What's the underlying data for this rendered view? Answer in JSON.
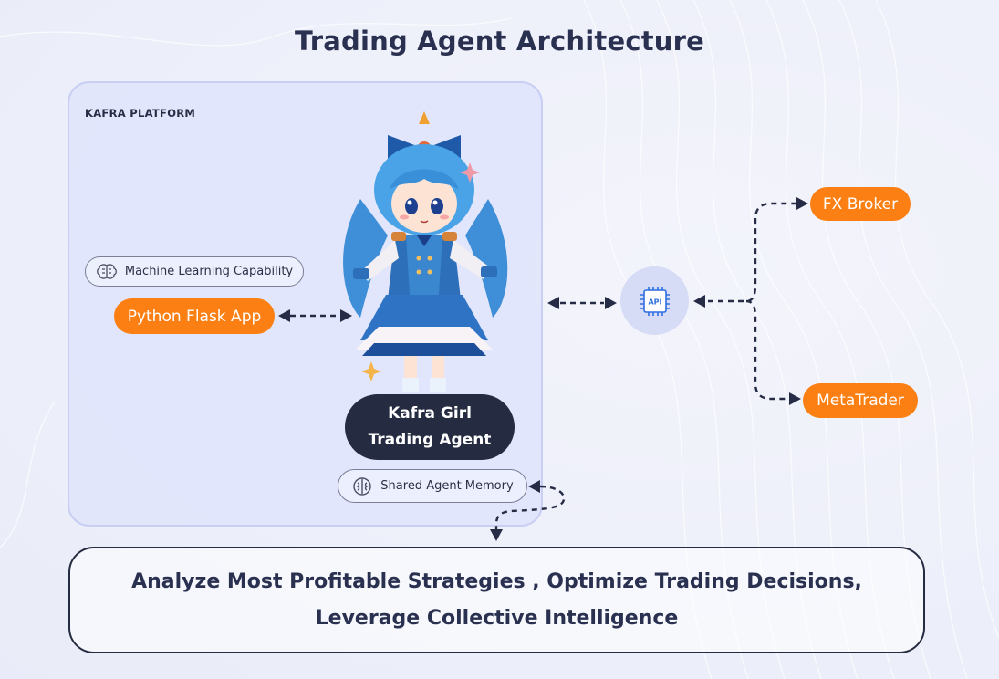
{
  "title": "Trading Agent Architecture",
  "platform": {
    "label": "KAFRA PLATFORM"
  },
  "nodes": {
    "ml_capability": {
      "label": "Machine Learning Capability",
      "icon": "brain-icon"
    },
    "python_flask": {
      "label": "Python Flask App"
    },
    "agent": {
      "line1": "Kafra Girl",
      "line2": "Trading Agent"
    },
    "shared_memory": {
      "label": "Shared Agent Memory",
      "icon": "brain-icon"
    },
    "api": {
      "label": "API",
      "icon": "chip-icon"
    },
    "fx_broker": {
      "label": "FX Broker"
    },
    "metatrader": {
      "label": "MetaTrader"
    }
  },
  "summary": {
    "line1": "Analyze Most Profitable Strategies , Optimize Trading Decisions,",
    "line2": "Leverage Collective Intelligence"
  },
  "colors": {
    "orange": "#fb7f12",
    "navy": "#252b40",
    "platform_bg": "#dfe4fc",
    "api_bg": "#d6dbf6",
    "api_chip": "#2e6fe0"
  }
}
